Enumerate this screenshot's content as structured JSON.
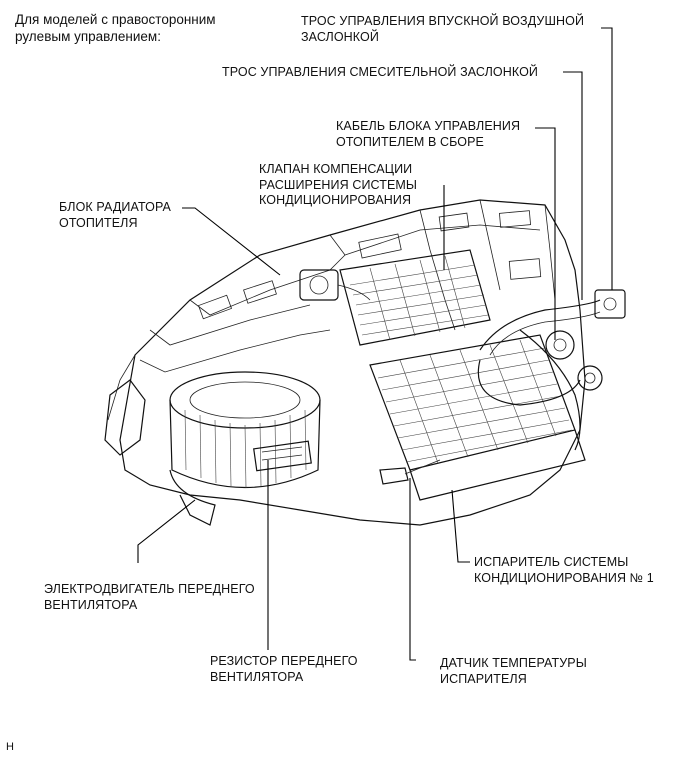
{
  "header_note": "Для моделей с правосторонним\nрулевым управлением:",
  "labels": {
    "intake_door_cable": "ТРОС УПРАВЛЕНИЯ ВПУСКНОЙ ВОЗДУШНОЙ\nЗАСЛОНКОЙ",
    "mix_door_cable": "ТРОС УПРАВЛЕНИЯ СМЕСИТЕЛЬНОЙ ЗАСЛОНКОЙ",
    "heater_control_cable": "КАБЕЛЬ БЛОКА УПРАВЛЕНИЯ\nОТОПИТЕЛЕМ В СБОРЕ",
    "expansion_valve": "КЛАПАН КОМПЕНСАЦИИ\nРАСШИРЕНИЯ СИСТЕМЫ\nКОНДИЦИОНИРОВАНИЯ",
    "heater_radiator": "БЛОК РАДИАТОРА\nОТОПИТЕЛЯ",
    "evaporator": "ИСПАРИТЕЛЬ СИСТЕМЫ\nКОНДИЦИОНИРОВАНИЯ № 1",
    "blower_motor": "ЭЛЕКТРОДВИГАТЕЛЬ ПЕРЕДНЕГО\nВЕНТИЛЯТОРА",
    "blower_resistor": "РЕЗИСТОР ПЕРЕДНЕГО\nВЕНТИЛЯТОРА",
    "evaporator_temp_sensor": "ДАТЧИК ТЕМПЕРАТУРЫ\nИСПАРИТЕЛЯ"
  },
  "footer_code": "H"
}
